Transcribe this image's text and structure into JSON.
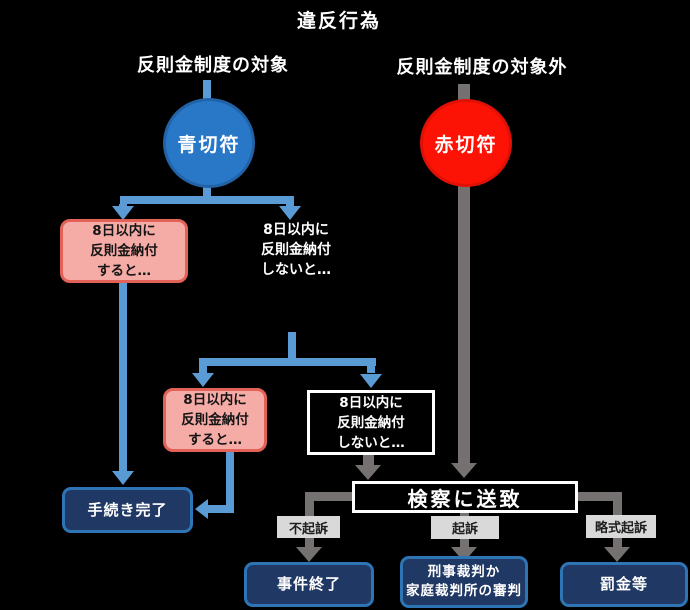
{
  "diagram": {
    "title": "違反行為",
    "background_color": "#000000",
    "headings": {
      "left": "反則金制度の対象",
      "right": "反則金制度の対象外"
    },
    "tickets": {
      "blue": {
        "label": "青切符",
        "fill": "#2978C8"
      },
      "red": {
        "label": "赤切符",
        "fill": "#FD1206"
      }
    },
    "condition_boxes": {
      "pay1": {
        "line1": "8日以内に",
        "line2": "反則金納付",
        "line3": "すると…"
      },
      "nopay1": {
        "line1": "8日以内に",
        "line2": "反則金納付",
        "line3": "しないと…"
      },
      "pay2": {
        "line1": "8日以内に",
        "line2": "反則金納付",
        "line3": "すると…"
      },
      "nopay2": {
        "line1": "8日以内に",
        "line2": "反則金納付",
        "line3": "しないと…"
      }
    },
    "result_boxes": {
      "procedure_complete": "手続き完了",
      "sent_to_prosecutor": "検察に送致",
      "case_closed": "事件終了",
      "court_line1": "刑事裁判か",
      "court_line2": "家庭裁判所の審判",
      "fine": "罰金等"
    },
    "branch_labels": {
      "non_prosecution": "不起訴",
      "prosecution": "起訴",
      "summary_prosecution": "略式起訴"
    },
    "colors": {
      "blue_arrow": "#5B9BD5",
      "gray_arrow": "#767171",
      "navy_fill": "#1F3864",
      "navy_border": "#2E75B6",
      "pink_fill": "#F5ABA6",
      "pink_border": "#E36258",
      "label_fill": "#D9D9D9",
      "text_white": "#FFFFFF"
    }
  }
}
